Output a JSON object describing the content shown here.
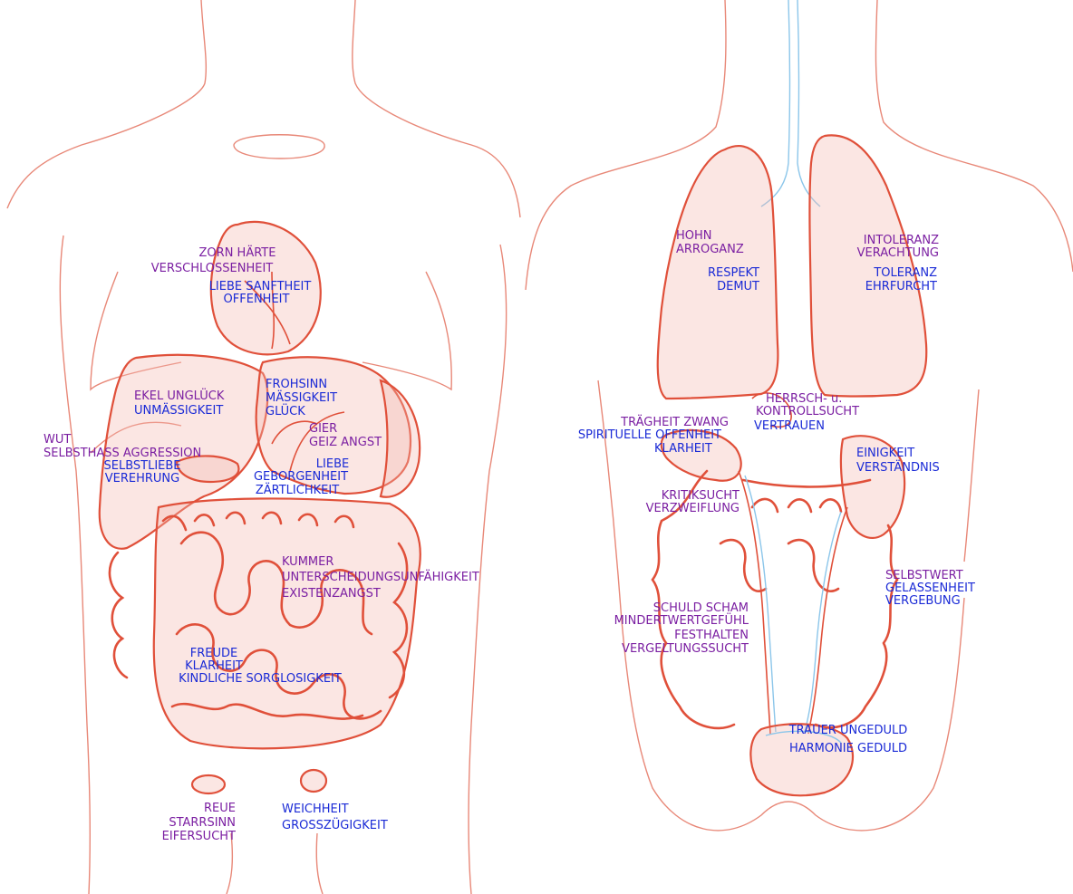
{
  "colors": {
    "negative_emotion": "#7b1fa2",
    "positive_emotion": "#1a2ad6",
    "organ_outline": "#e0503a",
    "body_outline": "#e88878",
    "airway": "#8cc6ea"
  },
  "front": {
    "heart": {
      "negative_1": "ZORN  HÄRTE",
      "negative_2": "VERSCHLOSSENHEIT",
      "positive_1": "LIEBE SANFTHEIT",
      "positive_2": "OFFENHEIT"
    },
    "liver": {
      "negative_1": "EKEL UNGLÜCK",
      "positive_1": "UNMÄSSIGKEIT"
    },
    "stomach": {
      "positive_1": "FROHSINN",
      "positive_2": "MÄSSIGKEIT",
      "positive_3": "GLÜCK"
    },
    "spleen": {
      "negative_1": "GIER",
      "negative_2": "GEIZ ANGST",
      "positive_1": "LIEBE",
      "positive_2": "GEBORGENHEIT",
      "positive_3": "ZÄRTLICHKEIT"
    },
    "gallbladder": {
      "negative_1": "WUT",
      "negative_2": "SELBSTHASS  AGGRESSION",
      "positive_1": "SELBSTLIEBE",
      "positive_2": "VEREHRUNG"
    },
    "large_intestine": {
      "negative_1": "KUMMER",
      "negative_2": "UNTERSCHEIDUNGSUNFÄHIGKEIT",
      "negative_3": "EXISTENZANGST"
    },
    "small_intestine": {
      "positive_1": "FREUDE",
      "positive_2": "KLARHEIT",
      "positive_3": "KINDLICHE SORGLOSIGKEIT"
    },
    "ovaries": {
      "negative_1": "REUE",
      "negative_2": "STARRSINN",
      "negative_3": "EIFERSUCHT",
      "positive_1": "WEICHHEIT",
      "positive_2": "GROSSZÜGIGKEIT"
    }
  },
  "back": {
    "left_lung": {
      "negative_1": "HOHN",
      "negative_2": "ARROGANZ",
      "positive_1": "RESPEKT",
      "positive_2": "DEMUT"
    },
    "right_lung": {
      "negative_1": "INTOLERANZ",
      "negative_2": "VERACHTUNG",
      "positive_1": "TOLERANZ",
      "positive_2": "EHRFURCHT"
    },
    "diaphragm": {
      "negative_1": "HERRSCH- u.",
      "negative_2": "KONTROLLSUCHT",
      "positive_1": "VERTRAUEN"
    },
    "left_kidney": {
      "negative_1": "TRÄGHEIT ZWANG",
      "positive_1": "SPIRITUELLE OFFENHEIT",
      "positive_2": "KLARHEIT"
    },
    "right_kidney": {
      "negative_1": "EINIGKEIT",
      "positive_1": "VERSTÄNDNIS"
    },
    "colon_left": {
      "negative_1": "KRITIKSUCHT",
      "negative_2": "VERZWEIFLUNG"
    },
    "colon_right": {
      "negative_1": "SELBSTWERT",
      "positive_1": "GELASSENHEIT",
      "positive_2": "VERGEBUNG"
    },
    "ureter": {
      "negative_1": "SCHULD  SCHAM",
      "negative_2": "MINDERTWERTGEFÜHL",
      "negative_3": "FESTHALTEN",
      "negative_4": "VERGELTUNGSSUCHT"
    },
    "bladder": {
      "negative_1": "TRAUER UNGEDULD",
      "positive_1": "HARMONIE  GEDULD"
    }
  }
}
